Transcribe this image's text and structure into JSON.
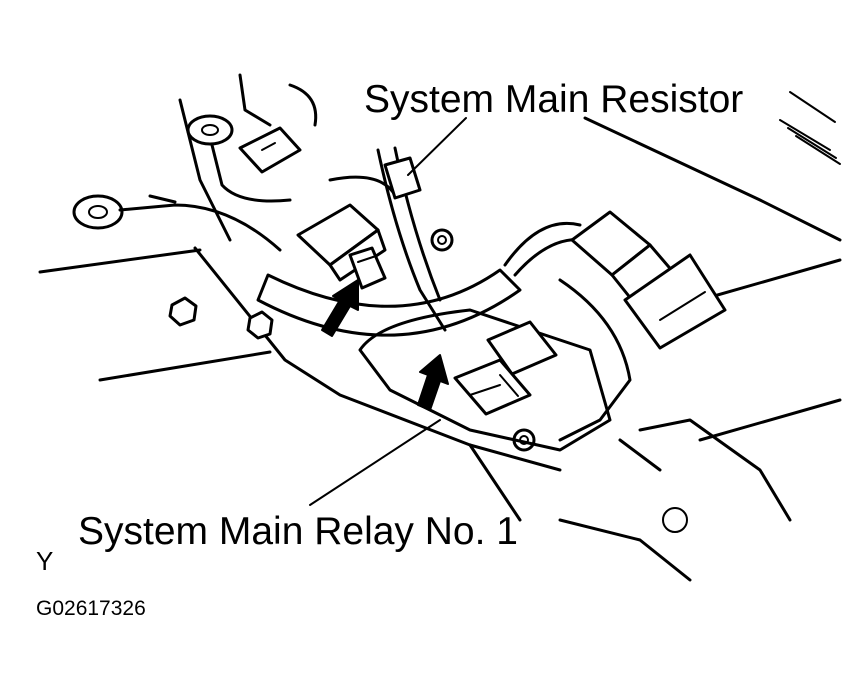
{
  "labels": {
    "system_main_resistor": "System Main Resistor",
    "system_main_relay": "System Main Relay No. 1",
    "corner_mark": "Y",
    "figure_code": "G02617326"
  },
  "colors": {
    "ink": "#000000",
    "paper": "#ffffff"
  }
}
